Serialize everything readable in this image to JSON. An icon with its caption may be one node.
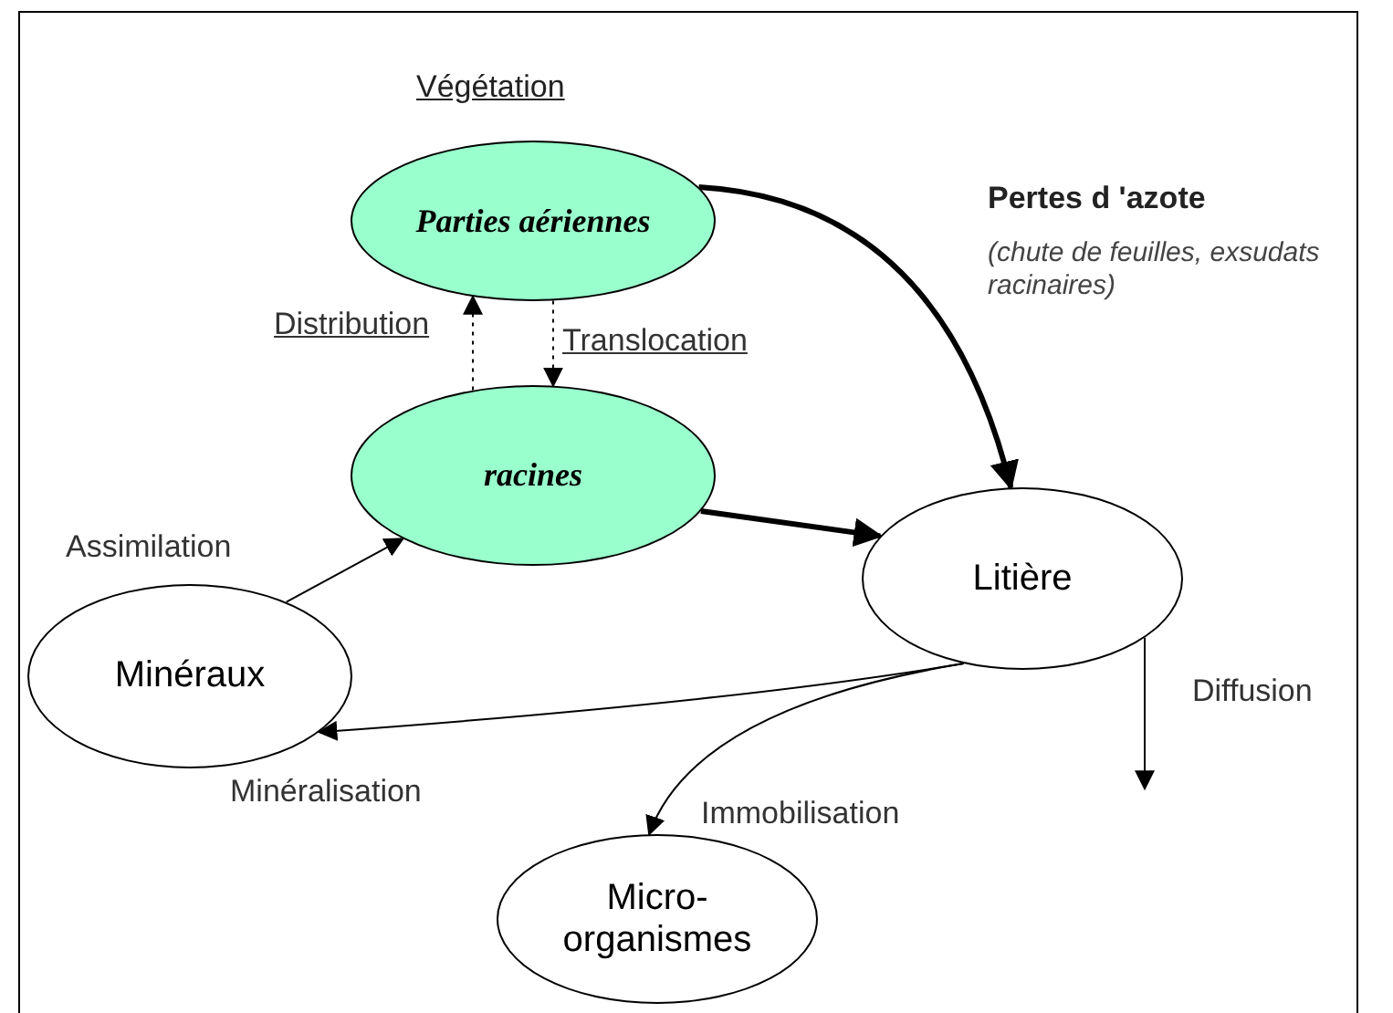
{
  "diagram": {
    "nodes": [
      {
        "text": [
          "Parties aériennes"
        ]
      },
      {
        "text": [
          "racines"
        ]
      },
      {
        "text": [
          "Litière"
        ]
      },
      {
        "text": [
          "Minéraux"
        ]
      },
      {
        "text": [
          "Micro- organismes"
        ]
      }
    ],
    "edges": [
      {
        "from": 1,
        "to": 0,
        "arrow": "to",
        "style": "dashed",
        "label": "Distribution"
      },
      {
        "from": 0,
        "to": 1,
        "arrow": "to",
        "style": "dashed",
        "label": "Translocation"
      },
      {
        "from": 0,
        "to": 2,
        "arrow": "to",
        "style": "thick"
      },
      {
        "from": 1,
        "to": 2,
        "arrow": "to",
        "style": "thick"
      },
      {
        "from": 3,
        "to": 1,
        "arrow": "to",
        "label": "Assimilation"
      },
      {
        "from": 2,
        "to": 3,
        "arrow": "to",
        "label": "Minéralisation"
      },
      {
        "from": 2,
        "to": 4,
        "arrow": "to",
        "label": "Immobilisation"
      },
      {
        "from": 2,
        "to": null,
        "arrow": "to",
        "label": "Diffusion"
      }
    ],
    "labels": [
      "Végétation",
      "Pertes d 'azote",
      "(chute de feuilles, exsudats racinaires)"
    ]
  }
}
